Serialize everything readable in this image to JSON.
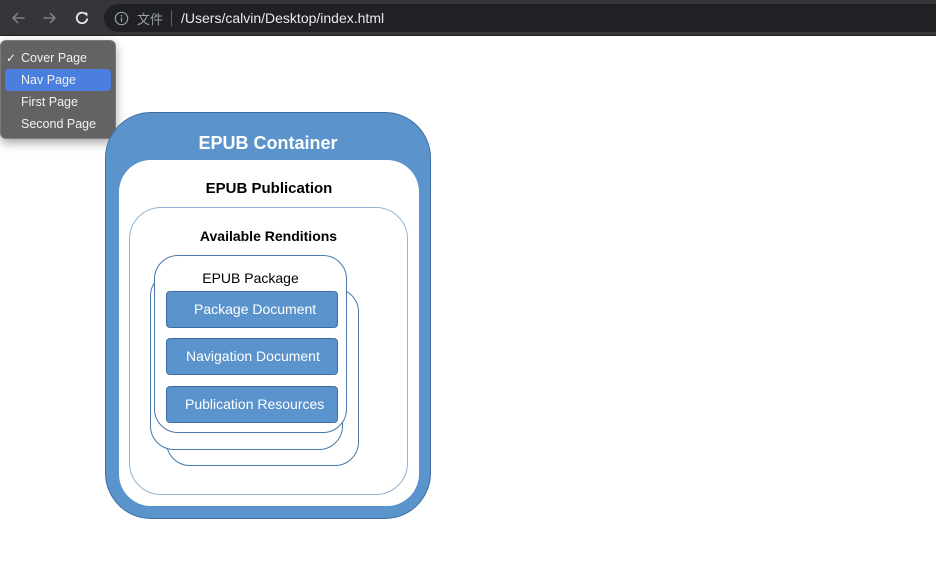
{
  "browser": {
    "scheme_label": "文件",
    "url": "/Users/calvin/Desktop/index.html",
    "icons": {
      "back": "arrow-left",
      "forward": "arrow-right",
      "reload": "reload",
      "info": "info-circle"
    }
  },
  "menu": {
    "items": [
      {
        "label": "Cover Page",
        "checked": true,
        "highlighted": false
      },
      {
        "label": "Nav Page",
        "checked": false,
        "highlighted": true
      },
      {
        "label": "First Page",
        "checked": false,
        "highlighted": false
      },
      {
        "label": "Second Page",
        "checked": false,
        "highlighted": false
      }
    ],
    "check_mark": "✓"
  },
  "diagram": {
    "container_title": "EPUB Container",
    "publication_title": "EPUB Publication",
    "renditions_title": "Available Renditions",
    "package_title": "EPUB Package",
    "documents": [
      "Package Document",
      "Navigation Document",
      "Publication Resources"
    ],
    "colors": {
      "container_fill": "#5b93cd",
      "container_border": "#3f6f9f",
      "menu_highlight": "#4a7fe0",
      "toolbar": "#35363a"
    }
  }
}
